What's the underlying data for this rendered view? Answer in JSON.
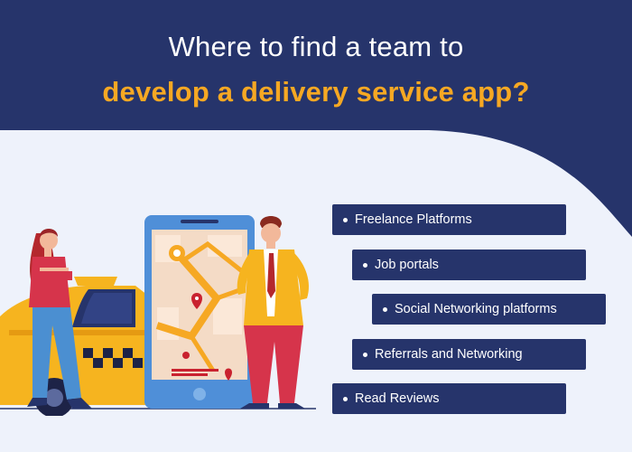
{
  "header": {
    "title_line1": "Where to find a team to",
    "title_line2": "develop a delivery service app?"
  },
  "items": [
    "Freelance Platforms",
    "Job portals",
    "Social Networking platforms",
    "Referrals and Networking",
    "Read Reviews"
  ],
  "colors": {
    "header_background": "#26346b",
    "title_accent": "#f6a823",
    "pill_background": "#26346b",
    "page_background": "#eef2fb"
  },
  "icons": [
    "map-pin-icon",
    "taxi-illustration",
    "phone-map-illustration",
    "woman-illustration",
    "man-illustration"
  ]
}
